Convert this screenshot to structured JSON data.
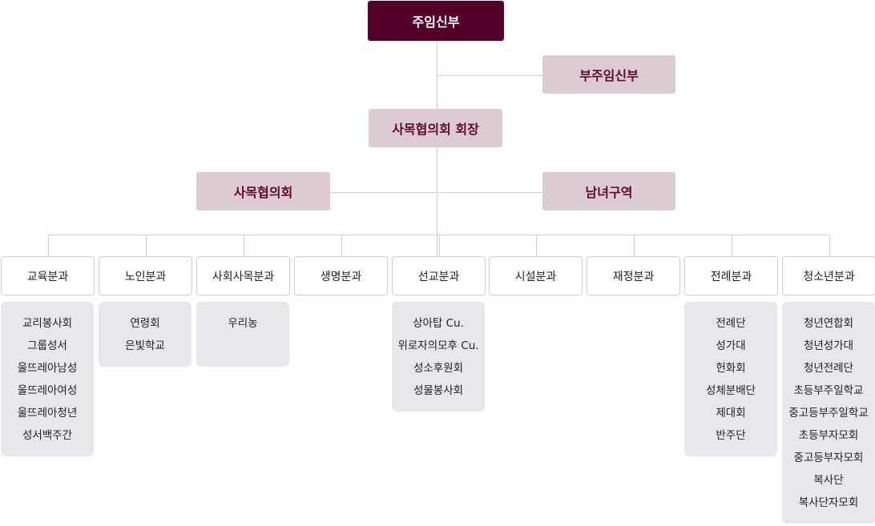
{
  "head": "주임신부",
  "assistant": "부주임신부",
  "council_president": "사목협의회 회장",
  "council": "사목협의회",
  "districts": "남녀구역",
  "departments": [
    {
      "name": "교육분과",
      "groups": [
        "교리봉사회",
        "그룹성서",
        "울뜨레아남성",
        "울뜨레아여성",
        "울뜨레아청년",
        "성서백주간"
      ]
    },
    {
      "name": "노인분과",
      "groups": [
        "연령회",
        "은빛학교"
      ]
    },
    {
      "name": "사회사목분과",
      "groups": [
        "우리농"
      ]
    },
    {
      "name": "생명분과",
      "groups": []
    },
    {
      "name": "선교분과",
      "groups": [
        "상아탑 Cu.",
        "위로자의모후 Cu.",
        "성소후원회",
        "성물봉사회"
      ]
    },
    {
      "name": "시설분과",
      "groups": []
    },
    {
      "name": "재정분과",
      "groups": []
    },
    {
      "name": "전례분과",
      "groups": [
        "전례단",
        "성가대",
        "헌화회",
        "성체분배단",
        "제대회",
        "반주단"
      ]
    },
    {
      "name": "청소년분과",
      "groups": [
        "청년연합회",
        "청년성가대",
        "청년전례단",
        "초등부주일학교",
        "중고등부주일학교",
        "초등부자모회",
        "중고등부자모회",
        "복사단",
        "복사단자모회"
      ]
    }
  ]
}
